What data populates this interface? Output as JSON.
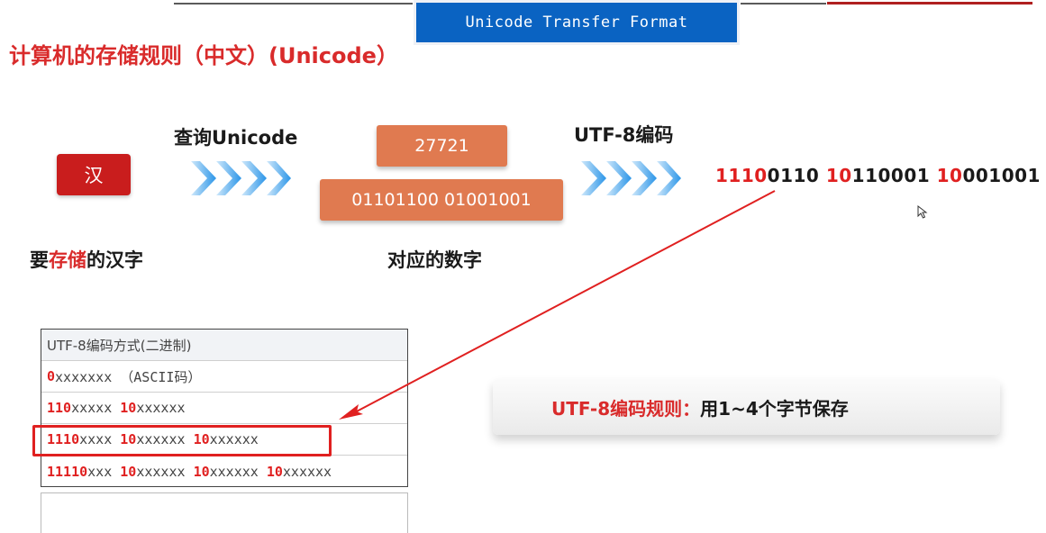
{
  "banner": {
    "text": "Unicode Transfer Format"
  },
  "page_title": "计算机的存储规则（中文）(Unicode）",
  "char": "汉",
  "caption_left": {
    "pre": "要",
    "highlight": "存储",
    "post": "的汉字"
  },
  "step1_label": "查询Unicode",
  "step2_label": "UTF-8编码",
  "unicode_decimal": "27721",
  "unicode_binary": "01101100  01001001",
  "caption_mid": "对应的数字",
  "encoded": [
    {
      "prefix": "1110",
      "rest": "0110"
    },
    {
      "prefix": "10",
      "rest": "110001"
    },
    {
      "prefix": "10",
      "rest": "001001"
    }
  ],
  "table": {
    "header": "UTF-8编码方式(二进制)",
    "rows": [
      {
        "segments": [
          {
            "p": "0",
            "x": "xxxxxxx  （ASCII码）"
          }
        ]
      },
      {
        "segments": [
          {
            "p": "110",
            "x": "xxxxx "
          },
          {
            "p": "10",
            "x": "xxxxxx"
          }
        ]
      },
      {
        "segments": [
          {
            "p": "1110",
            "x": "xxxx "
          },
          {
            "p": "10",
            "x": "xxxxxx "
          },
          {
            "p": "10",
            "x": "xxxxxx"
          }
        ]
      },
      {
        "segments": [
          {
            "p": "11110",
            "x": "xxx "
          },
          {
            "p": "10",
            "x": "xxxxxx "
          },
          {
            "p": "10",
            "x": "xxxxxx "
          },
          {
            "p": "10",
            "x": "xxxxxx"
          }
        ]
      }
    ]
  },
  "rule": {
    "label": "UTF-8编码规则：",
    "text": "用1~4个字节保存"
  },
  "colors": {
    "accent_red": "#d92b2b",
    "banner_blue": "#0a63c2",
    "box_orange": "#e07a50",
    "char_red": "#c91d1d",
    "chevron_blue": "#3aa0ea"
  }
}
